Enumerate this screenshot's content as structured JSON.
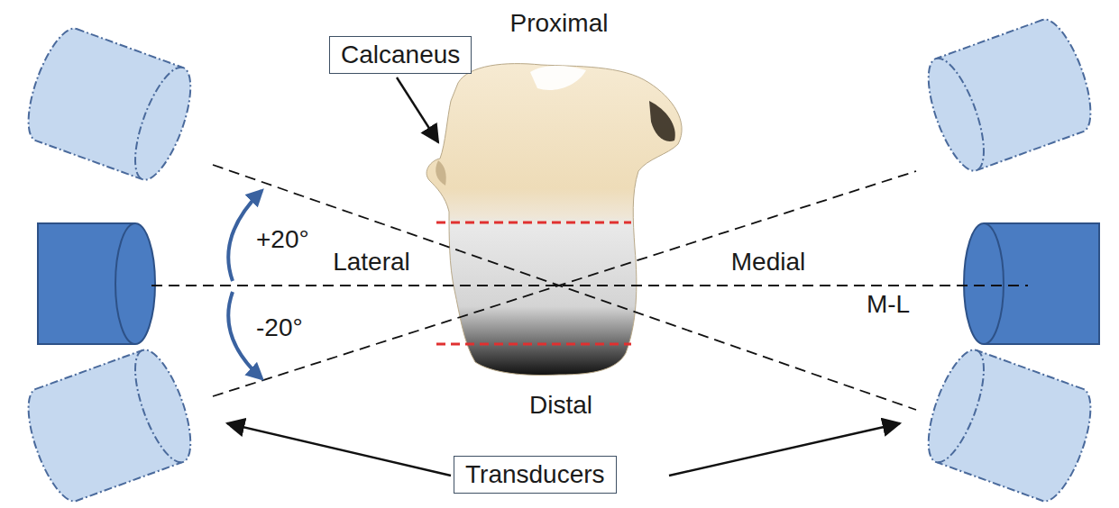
{
  "diagram": {
    "nodes": [
      {
        "text": [
          "Calcaneus"
        ]
      },
      {
        "text": [
          "Transducers"
        ]
      }
    ],
    "labels": [
      "Proximal",
      "+20°",
      "Lateral",
      "Medial",
      "M-L",
      "-20°",
      "Distal"
    ]
  }
}
